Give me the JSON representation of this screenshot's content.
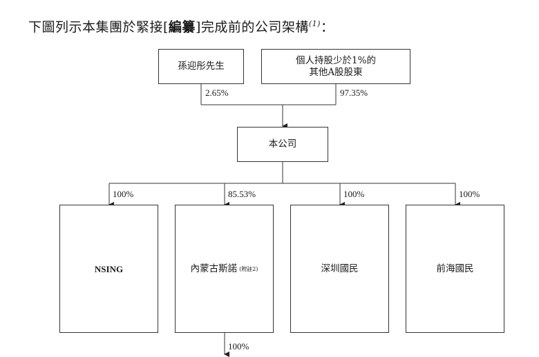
{
  "heading": {
    "prefix": "下圖列示本集團於緊接[",
    "bold": "編纂",
    "suffix": "]完成前的公司架構",
    "footnote": "(1)",
    "colon": "："
  },
  "shareholders": [
    {
      "name_line1": "孫迎彤先生",
      "name_line2": "",
      "percent": "2.65%"
    },
    {
      "name_line1": "個人持股少於1%的",
      "name_line2": "其他A股股東",
      "percent": "97.35%"
    }
  ],
  "company": {
    "name": "本公司"
  },
  "subsidiaries": [
    {
      "name": "NSING",
      "note": "",
      "percent": "100%"
    },
    {
      "name": "內蒙古斯諾",
      "note": "(附註2)",
      "percent": "85.53%"
    },
    {
      "name": "深圳國民",
      "note": "",
      "percent": "100%"
    },
    {
      "name": "前海國民",
      "note": "",
      "percent": "100%"
    }
  ],
  "downstream": {
    "percent": "100%"
  }
}
